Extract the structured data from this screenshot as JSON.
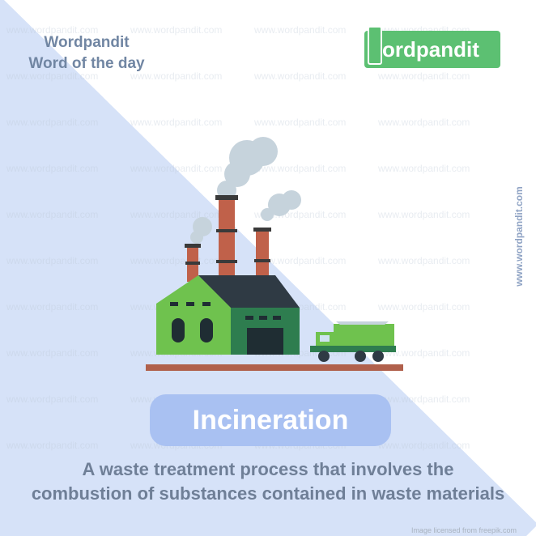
{
  "header": {
    "brand": "Wordpandit",
    "subtitle": "Word of the day"
  },
  "logo": {
    "text": "ordpandit",
    "initial": "W"
  },
  "watermark": "www.wordpandit.com",
  "word": "Incineration",
  "definition_line1": "A waste treatment process that involves the",
  "definition_line2": "combustion of substances contained in waste materials",
  "credit": "Image licensed from freepik.com",
  "colors": {
    "band": "#d6e2f8",
    "accent": "#5cc072",
    "word_bg": "#a9c1f2",
    "text": "#6f7f97"
  }
}
